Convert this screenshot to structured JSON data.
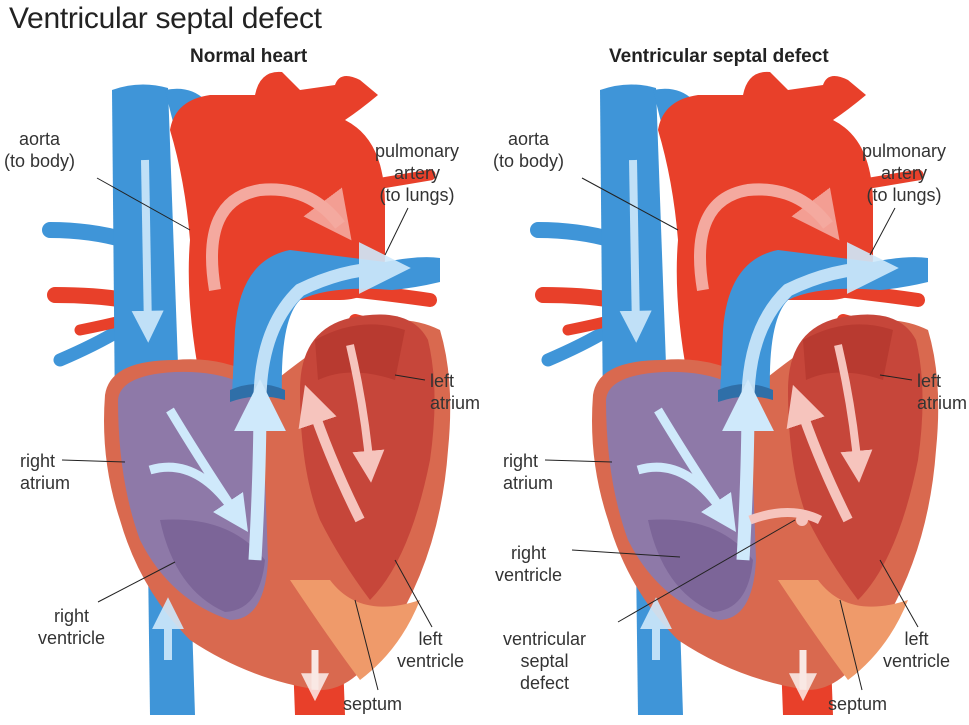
{
  "title": "Ventricular septal defect",
  "panels": [
    {
      "name": "Normal heart",
      "labels": {
        "aorta": "aorta\n(to body)",
        "pulmonary_artery": "pulmonary\nartery\n(to lungs)",
        "left_atrium": "left\natrium",
        "right_atrium": "right\natrium",
        "right_ventricle": "right\nventricle",
        "left_ventricle": "left\nventricle",
        "septum": "septum"
      }
    },
    {
      "name": "Ventricular septal defect",
      "labels": {
        "aorta": "aorta\n(to body)",
        "pulmonary_artery": "pulmonary\nartery\n(to lungs)",
        "left_atrium": "left\natrium",
        "right_atrium": "right\natrium",
        "right_ventricle": "right\nventricle",
        "ventricular_septal_defect": "ventricular\nseptal\ndefect",
        "left_ventricle": "left\nventricle",
        "septum": "septum"
      }
    }
  ],
  "colors": {
    "oxygen_rich_red": "#e8402a",
    "oxygen_poor_blue": "#3f95d8",
    "chamber_purple": "#8e79a8",
    "heart_wall": "#d9694f",
    "septum_orange": "#ef9a6a"
  }
}
